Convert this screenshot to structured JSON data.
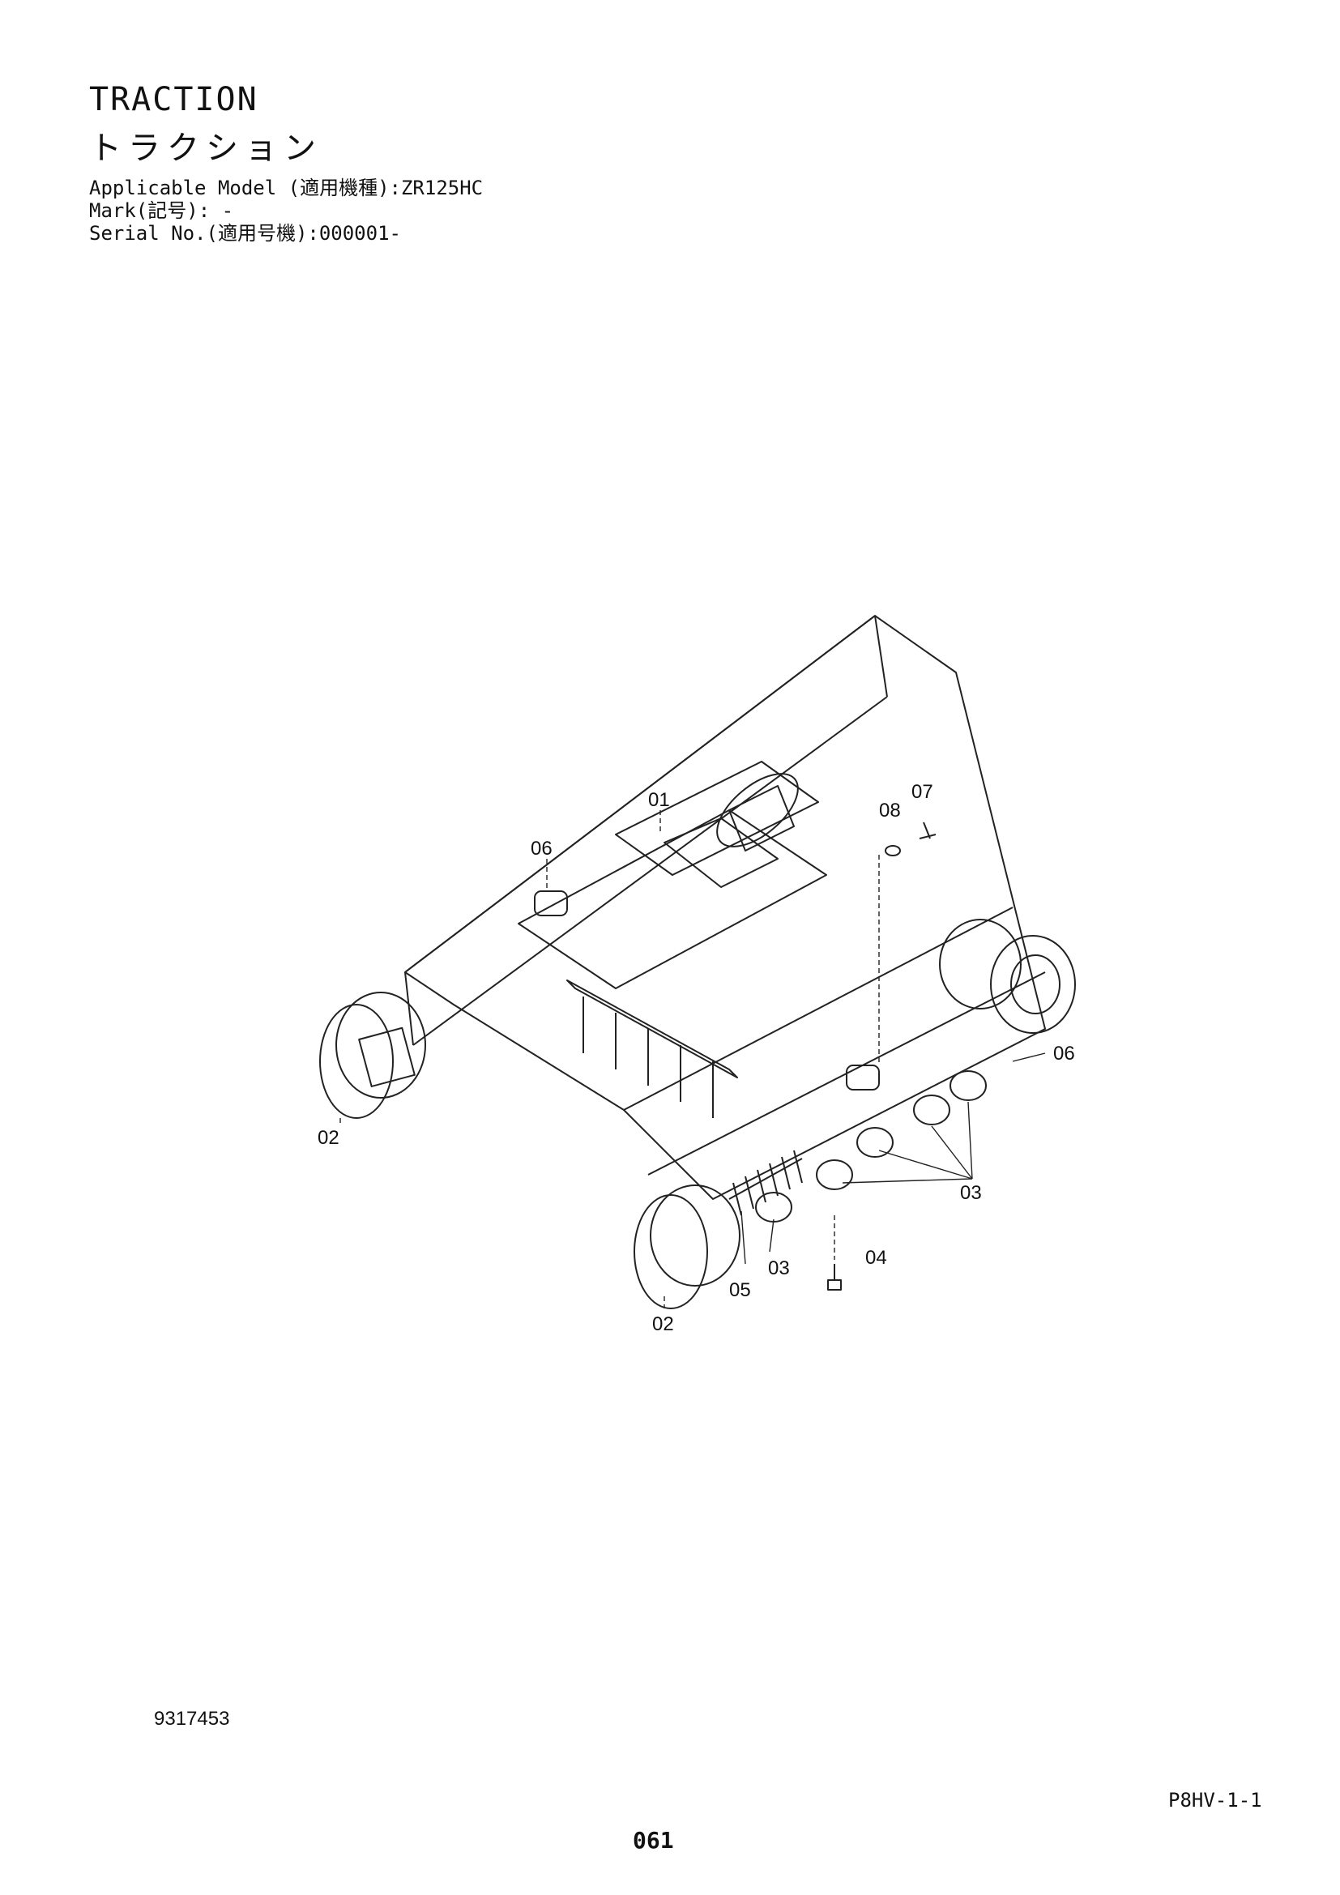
{
  "header": {
    "title_en": "TRACTION",
    "title_jp": "トラクション"
  },
  "meta": {
    "applicable_model": "Applicable Model (適用機種):ZR125HC",
    "mark": "Mark(記号): -",
    "serial_no": "Serial No.(適用号機):000001-"
  },
  "callouts": {
    "c01": "01",
    "c02_left": "02",
    "c02_bottom": "02",
    "c03_center": "03",
    "c03_right": "03",
    "c04": "04",
    "c05": "05",
    "c06_top": "06",
    "c06_right": "06",
    "c07": "07",
    "c08": "08"
  },
  "footer": {
    "doc_number": "9317453",
    "page_code": "P8HV-1-1",
    "page_number": "061"
  }
}
